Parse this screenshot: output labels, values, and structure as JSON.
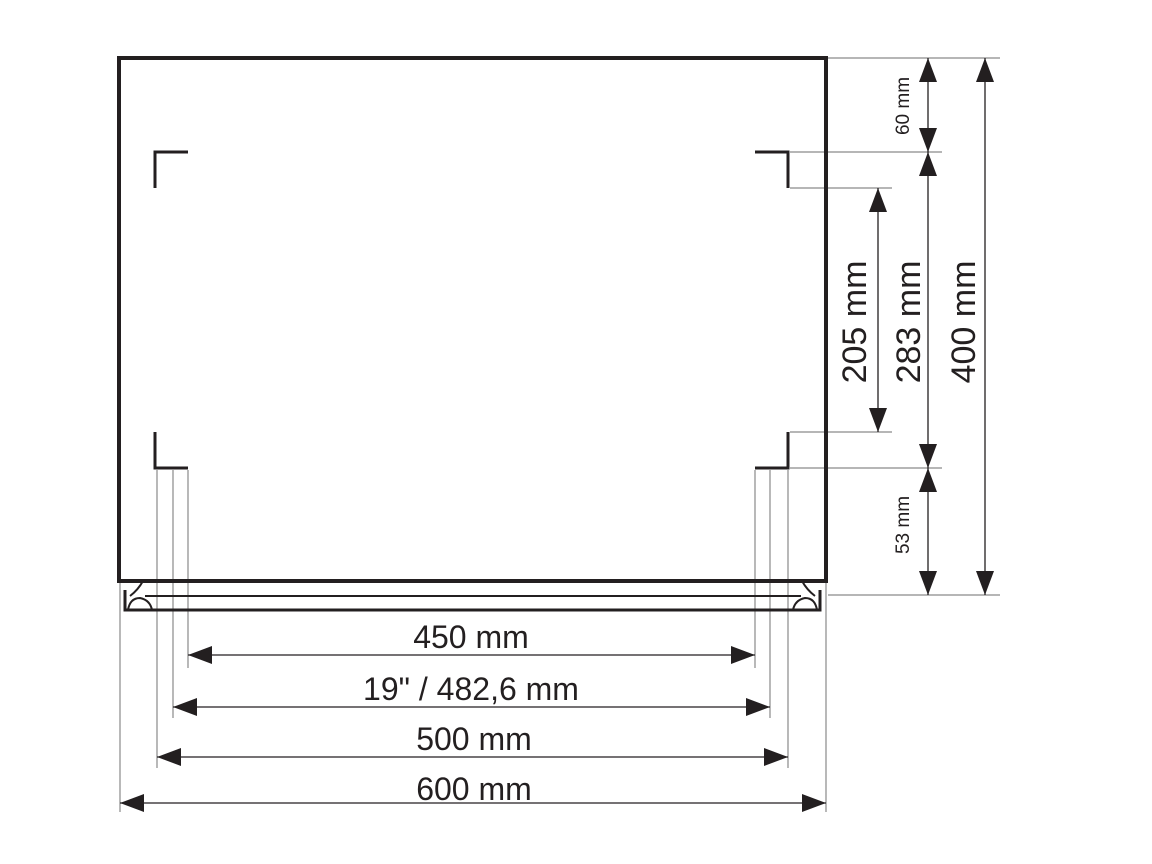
{
  "diagram": {
    "labels": {
      "width_450": "450 mm",
      "width_19in": "19\" / 482,6 mm",
      "width_500": "500 mm",
      "width_600": "600 mm",
      "height_60": "60 mm",
      "height_205": "205 mm",
      "height_283": "283 mm",
      "height_400": "400 mm",
      "height_53": "53 mm"
    },
    "colors": {
      "line": "#231f20",
      "extension": "#8a8a8a"
    }
  }
}
